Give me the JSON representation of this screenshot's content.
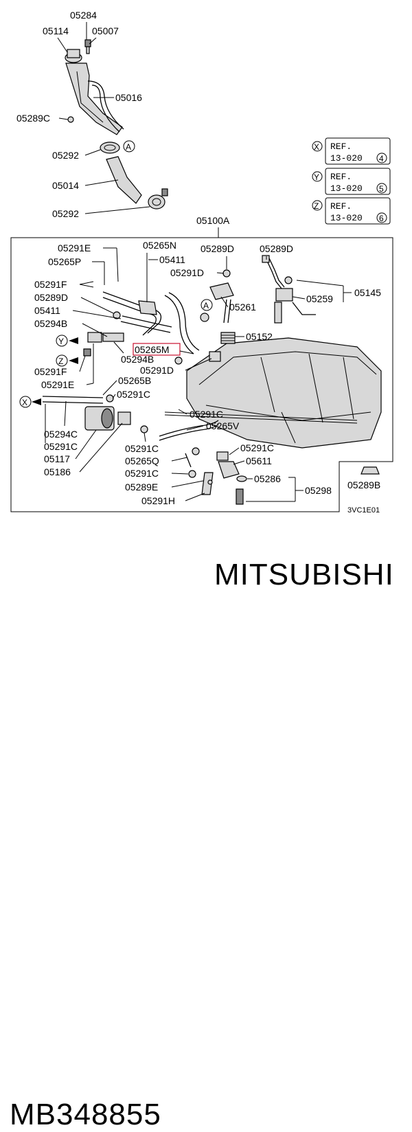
{
  "callouts": {
    "c05284": "05284",
    "c05114": "05114",
    "c05007": "05007",
    "c05016": "05016",
    "c05289C": "05289C",
    "c05292a": "05292",
    "c05014": "05014",
    "c05292b": "05292",
    "c05100A": "05100A",
    "c05291E_top": "05291E",
    "c05265N": "05265N",
    "c05289D_a": "05289D",
    "c05289D_b": "05289D",
    "c05265P": "05265P",
    "c05411_a": "05411",
    "c05291D_a": "05291D",
    "c05291F_a": "05291F",
    "c05289D_c": "05289D",
    "c05261": "05261",
    "c05259": "05259",
    "c05145": "05145",
    "c05411_b": "05411",
    "c05294B_a": "05294B",
    "c05152": "05152",
    "c05265M": "05265M",
    "c05291F_b": "05291F",
    "c05294B_b": "05294B",
    "c05291D_b": "05291D",
    "c05291E_b": "05291E",
    "c05265B": "05265B",
    "c05291C_a": "05291C",
    "c05291C_b": "05291C",
    "c05294C": "05294C",
    "c05291C_c": "05291C",
    "c05265V": "05265V",
    "c05117": "05117",
    "c05291C_d": "05291C",
    "c05291C_e": "05291C",
    "c05265Q": "05265Q",
    "c05611": "05611",
    "c05186": "05186",
    "c05291C_f": "05291C",
    "c05286": "05286",
    "c05289E": "05289E",
    "c05298": "05298",
    "c05289B": "05289B",
    "c05291H": "05291H",
    "diagram_code": "3VC1E01"
  },
  "markers": {
    "A": "A",
    "X": "X",
    "Y": "Y",
    "Z": "Z"
  },
  "references": [
    {
      "marker": "X",
      "line1": "REF.",
      "line2": "13-020",
      "num": "4"
    },
    {
      "marker": "Y",
      "line1": "REF.",
      "line2": "13-020",
      "num": "5"
    },
    {
      "marker": "Z",
      "line1": "REF.",
      "line2": "13-020",
      "num": "6"
    }
  ],
  "highlight_color": "#c8102e",
  "footer": {
    "part_number": "MB348855",
    "brand": "MITSUBISHI"
  }
}
